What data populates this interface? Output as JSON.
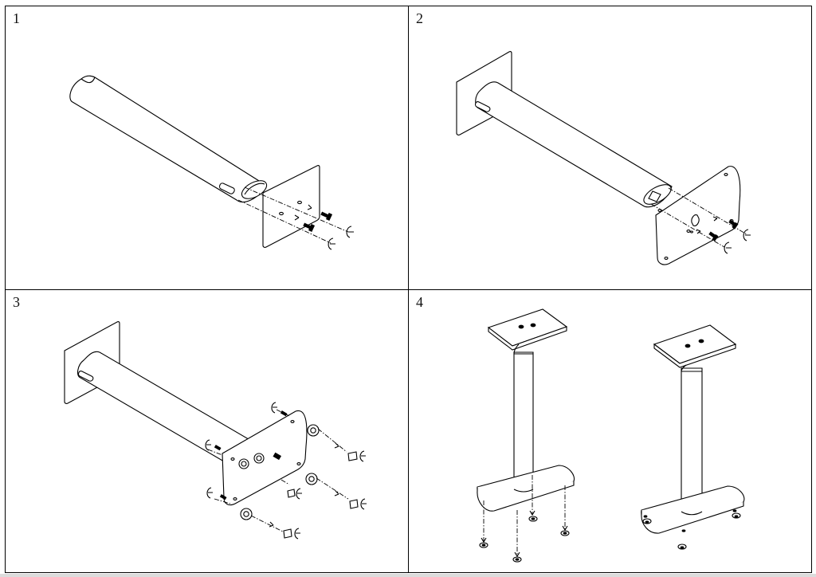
{
  "steps": [
    {
      "number": "1"
    },
    {
      "number": "2"
    },
    {
      "number": "3"
    },
    {
      "number": "4"
    }
  ],
  "icons": {
    "screw": "screw-icon",
    "washer": "washer-icon",
    "clip": "c-clip-icon",
    "spike": "spike-foot-icon",
    "pad": "rubber-pad-icon"
  },
  "colors": {
    "line": "#000000",
    "paper": "#ffffff",
    "border": "#000000"
  }
}
